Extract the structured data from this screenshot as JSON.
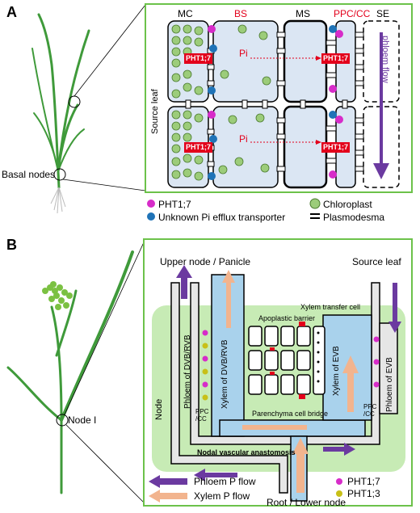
{
  "panelA": {
    "letter": "A",
    "plant_labels": {
      "source_leaf": "Source leaf",
      "basal_nodes": "Basal nodes"
    },
    "cells": {
      "mc": "MC",
      "bs": "BS",
      "ms": "MS",
      "ppc_cc": "PPC/CC",
      "se": "SE"
    },
    "phloem_flow": "phloem flow",
    "pi": "Pi",
    "pht_tag": "PHT1;7",
    "legend": {
      "pht": "PHT1;7",
      "efflux": "Unknown Pi efflux transporter",
      "chloroplast": "Chloroplast",
      "plasmodesma": "Plasmodesma"
    },
    "colors": {
      "pht": "#d72cc9",
      "efflux": "#1f73b7",
      "chloroplast": "#9ccc7a",
      "cell": "#dbe6f3",
      "red": "#e3001b",
      "purple": "#6b3aa0",
      "frame": "#6cc24a"
    }
  },
  "panelB": {
    "letter": "B",
    "plant_label": "Node I",
    "top_left": "Upper node / Panicle",
    "top_right": "Source leaf",
    "bottom": "Root / Lower node",
    "node": "Node",
    "phloem_dvb": "Phloem of DVB/RVB",
    "xylem_dvb": "Xylem of DVB/RVB",
    "xylem_evb": "Xylem of EVB",
    "phloem_evb": "Phloem of EVB",
    "ppc_cc": "PPC\n/CC",
    "ppc_cc_l1": "PPC",
    "ppc_cc_l2": "/CC",
    "apoplastic_barrier": "Apoplastic barrier",
    "xylem_transfer_cell": "Xylem transfer cell",
    "parenchyma_bridge": "Parenchyma cell bridge",
    "nodal_anastomosis": "Nodal vascular anastomosis",
    "legend": {
      "phloem_flow": "Phloem P flow",
      "xylem_flow": "Xylem P flow",
      "pht17": "PHT1;7",
      "pht13": "PHT1;3"
    },
    "colors": {
      "phloem": "#6b3aa0",
      "xylem": "#f2b48e",
      "xylem_bg": "#a9d2ec",
      "node_bg": "#c7ebb5",
      "pht17": "#d72cc9",
      "pht13": "#c8c017"
    }
  }
}
